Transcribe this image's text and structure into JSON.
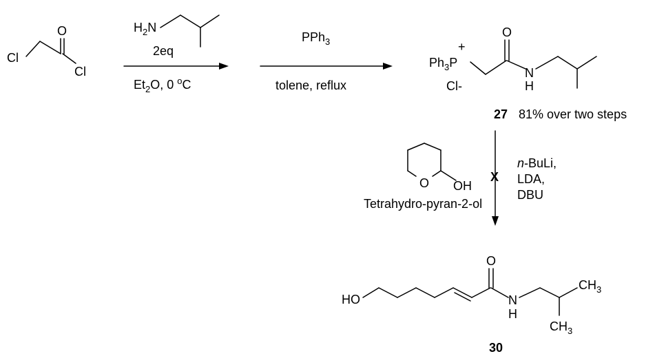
{
  "start": {
    "cl1": "Cl",
    "cl2": "Cl",
    "o": "O"
  },
  "step1": {
    "amine_h": "H",
    "amine_sub": "2",
    "amine_n": "N",
    "eq": "2eq",
    "solvent_et": "Et",
    "solvent_sub": "2",
    "solvent_o": "O, 0 ",
    "deg": "o",
    "celsius": "C"
  },
  "step2": {
    "reagent": "PPh",
    "reagent_sub": "3",
    "conditions": "tolene, reflux"
  },
  "product27": {
    "ph": "Ph",
    "ph_sub": "3",
    "p": "P",
    "plus": "+",
    "o": "O",
    "n": "N",
    "h": "H",
    "counterion": "Cl-",
    "label": "27",
    "yield": "81% over two steps"
  },
  "step3": {
    "reagent_o": "O",
    "reagent_oh": "OH",
    "reagent_name": "Tetrahydro-pyran-2-ol",
    "base_prefix": "n",
    "base1": "-BuLi,",
    "base2": "LDA,",
    "base3": "DBU",
    "fail_mark": "X"
  },
  "product30": {
    "ho": "HO",
    "o": "O",
    "n": "N",
    "h": "H",
    "ch": "CH",
    "ch_sub": "3",
    "ch2": "CH",
    "ch2_sub": "3",
    "label": "30"
  }
}
